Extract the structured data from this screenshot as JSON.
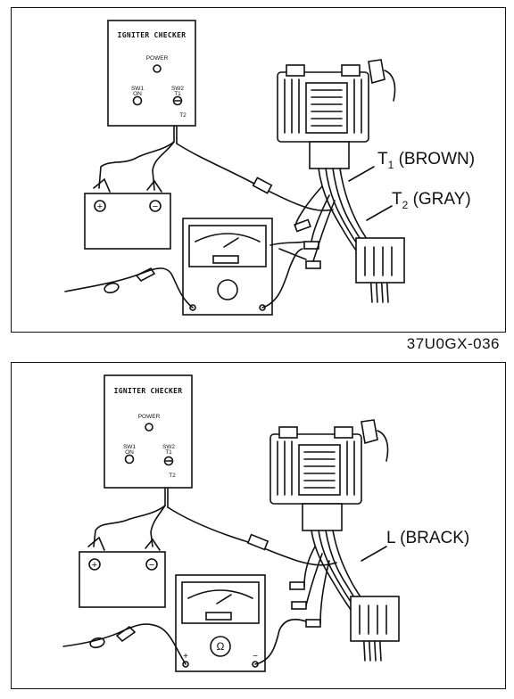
{
  "figure_code": "37U0GX-036",
  "top": {
    "checker_title": "IGNITER CHECKER",
    "power": "POWER",
    "sw1": "SW1",
    "sw1_state": "ON",
    "sw2": "SW2",
    "sw2_t1": "T1",
    "sw2_t2": "T2",
    "label_t1_main": "T",
    "label_t1_sub": "1",
    "label_t1_color": "(BROWN)",
    "label_t2_main": "T",
    "label_t2_sub": "2",
    "label_t2_color": "(GRAY)",
    "batt_plus": "+",
    "batt_minus": "−"
  },
  "bottom": {
    "checker_title": "IGNITER CHECKER",
    "power": "POWER",
    "sw1": "SW1",
    "sw1_state": "ON",
    "sw2": "SW2",
    "sw2_t1": "T1",
    "sw2_t2": "T2",
    "label_l": "L (BRACK)",
    "batt_plus": "+",
    "batt_minus": "−",
    "meter_plus": "+",
    "meter_minus": "−",
    "ohm": "Ω"
  }
}
